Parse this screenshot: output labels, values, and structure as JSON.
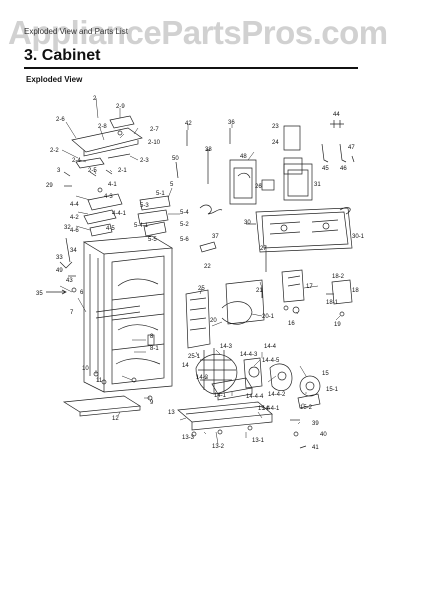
{
  "header": {
    "watermark": "AppliancePartsPros.com",
    "section_header": "Exploded View and Parts List",
    "section_title": "3.  Cabinet",
    "subtitle": "Exploded View"
  },
  "labels": [
    "2",
    "2-9",
    "2-6",
    "2-8",
    "2-7",
    "2-10",
    "2-2",
    "2-4",
    "2-3",
    "2-5",
    "2-1",
    "3",
    "29",
    "4-1",
    "4-3",
    "4-4",
    "4-2",
    "4-6",
    "4-5",
    "4-4-1",
    "5",
    "5-1",
    "5-3",
    "5-4",
    "5-4-1",
    "5-2",
    "5-5",
    "5-6",
    "50",
    "38",
    "42",
    "36",
    "48",
    "26",
    "23",
    "24",
    "31",
    "44",
    "45",
    "46",
    "47",
    "30",
    "30-1",
    "32",
    "34",
    "33",
    "49",
    "43",
    "35",
    "6",
    "7",
    "8",
    "8-1",
    "10",
    "11",
    "9",
    "12",
    "37",
    "22",
    "27",
    "21",
    "17",
    "16",
    "18",
    "18-2",
    "18-1",
    "19",
    "20",
    "20-1",
    "25",
    "25-1",
    "14",
    "14-3",
    "14-4",
    "14-4-3",
    "14-4-5",
    "14-2",
    "14-1",
    "14-4-4",
    "14-4-2",
    "14-4-1",
    "15",
    "15-1",
    "15-2",
    "13",
    "15-4",
    "13-3",
    "13-2",
    "13-1",
    "39",
    "40",
    "41"
  ]
}
